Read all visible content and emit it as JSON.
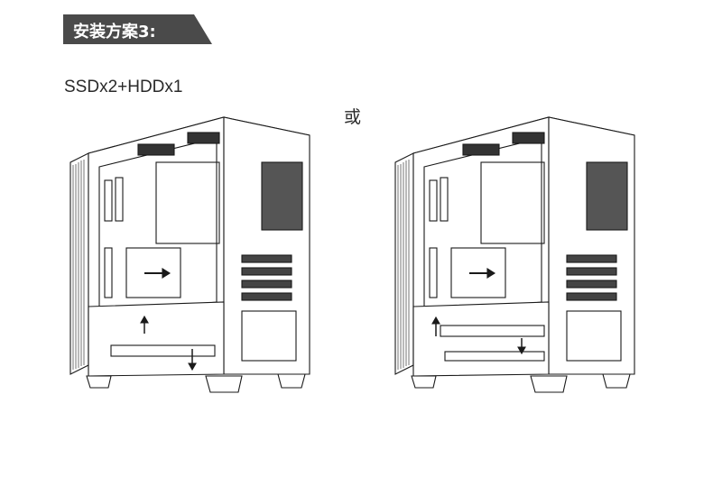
{
  "header": {
    "title": "安装方案3:"
  },
  "config": {
    "label": "SSDx2+HDDx1"
  },
  "separator": {
    "label": "或"
  },
  "figures": [
    {
      "variant": "hdd-bottom-tray"
    },
    {
      "variant": "hdd-middle-tray"
    }
  ],
  "colors": {
    "banner": "#4a4a4a",
    "line": "#1a1a1a"
  }
}
